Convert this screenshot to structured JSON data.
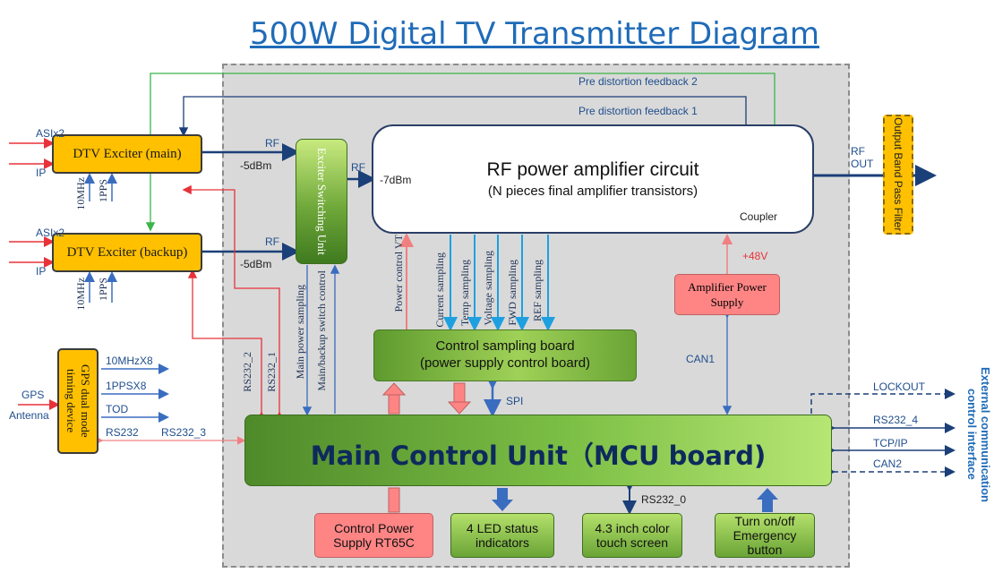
{
  "title": "500W Digital TV Transmitter Diagram",
  "exciters": {
    "main": "DTV Exciter (main)",
    "backup": "DTV Exciter (backup)",
    "inputs": {
      "asi": "ASIx2",
      "ip": "IP",
      "clk": "10MHz",
      "pps": "1PPS"
    },
    "rf": "RF",
    "level": "-5dBm"
  },
  "switching_unit": "Exciter Switching Unit",
  "switch_rf": "RF",
  "pa": {
    "title": "RF power amplifier circuit",
    "subtitle": "(N pieces final amplifier transistors)",
    "level": "-7dBm",
    "coupler": "Coupler",
    "rf_out": "RF OUT"
  },
  "feedback": {
    "fb2": "Pre distortion feedback 2",
    "fb1": "Pre distortion feedback 1"
  },
  "output_filter": "Output Band Pass Filter",
  "samplings": [
    "Power control VT",
    "Current sampling",
    "Temp sampling",
    "Voltage sampling",
    "FWD sampling",
    "REF sampling"
  ],
  "control_sampling": {
    "line1": "Control sampling board",
    "line2": "(power supply control board)"
  },
  "spi": "SPI",
  "amp_ps": {
    "label": "Amplifier Power Supply",
    "voltage": "+48V",
    "can": "CAN1"
  },
  "gps": {
    "device": "GPS dual mode timing device",
    "antenna_1": "GPS",
    "antenna_2": "Antenna",
    "outputs": [
      "10MHzX8",
      "1PPSX8",
      "TOD",
      "RS232"
    ],
    "rs232_3": "RS232_3"
  },
  "mcu_links": {
    "rs232_2": "RS232_2",
    "rs232_1": "RS232_1",
    "main_power": "Main power sampling",
    "backup_switch": "Main/backup switch control"
  },
  "mcu": "Main Control Unit（MCU board)",
  "external": {
    "title": "External communication control interface",
    "items": [
      "LOCKOUT",
      "RS232_4",
      "TCP/IP",
      "CAN2"
    ]
  },
  "bottom": {
    "control_ps": "Control Power Supply RT65C",
    "led": "4 LED status indicators",
    "touch": "4.3 inch color touch screen",
    "button": "Turn on/off Emergency button",
    "rs232_0": "RS232_0"
  },
  "colors": {
    "red": "#e8323a",
    "blue": "#3a6dc0",
    "navy": "#1b3f78",
    "green": "#3bb54a",
    "orange": "#ffc000"
  }
}
